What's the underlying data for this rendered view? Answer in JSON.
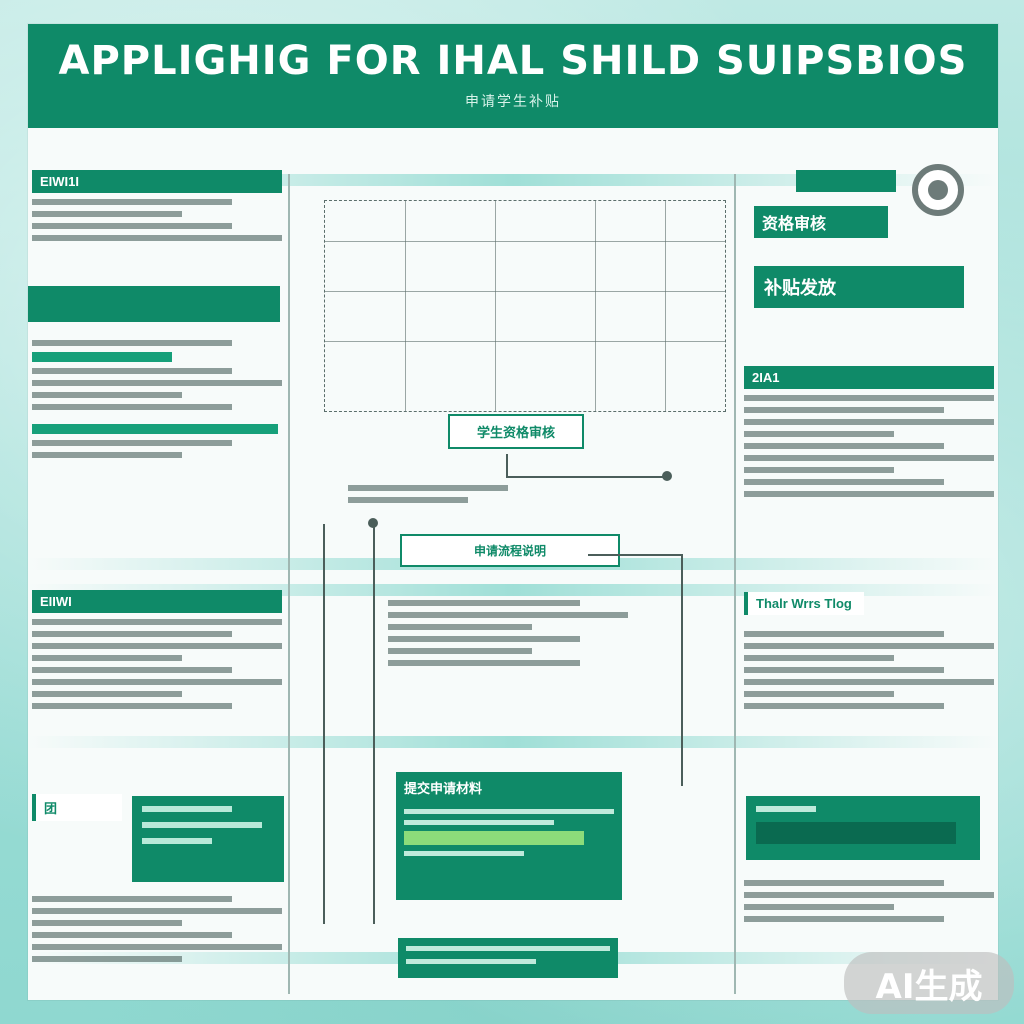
{
  "title": "APPLIGHIG FOR IHAL SHILD SUIPSBIOS",
  "subtitle": "申请学生补贴",
  "left": {
    "section1_header": "EIWI1I",
    "section2_header": "EIIWI",
    "section3_header": "团"
  },
  "center": {
    "top_box_label": "学生资格审核",
    "mid_box_label": "申请流程说明",
    "bottom_panel_label": "提交申请材料"
  },
  "right": {
    "badge1": "资格审核",
    "badge2": "补贴发放",
    "section1_header": "2IA1",
    "section2_header": "Thalr Wrrs Tlog"
  },
  "watermark": "AI生成"
}
